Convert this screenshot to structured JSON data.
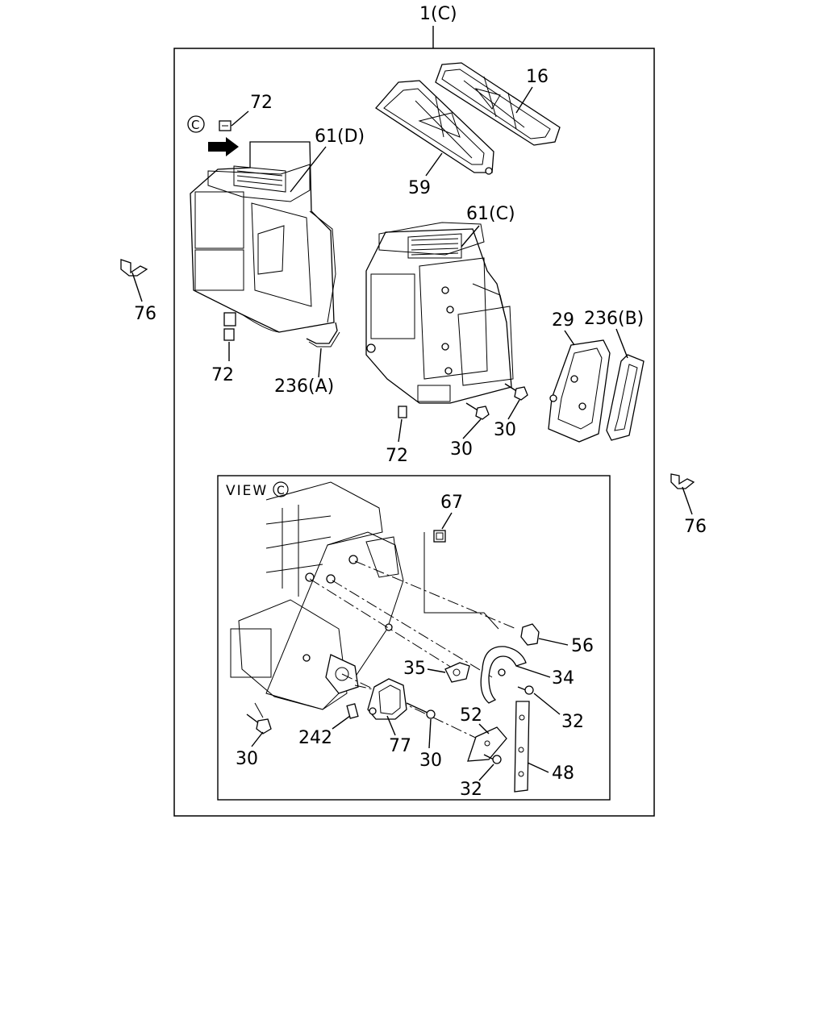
{
  "diagram": {
    "assembly_label": "1(C)",
    "view_label": "VIEW",
    "view_marker": "C",
    "section_marker": "C",
    "callouts": {
      "c16": "16",
      "c59": "59",
      "c72_top": "72",
      "c61d": "61(D)",
      "c61c": "61(C)",
      "c76_left": "76",
      "c76_right": "76",
      "c72_mid": "72",
      "c236a": "236(A)",
      "c29": "29",
      "c236b": "236(B)",
      "c30_a": "30",
      "c30_b": "30",
      "c72_low": "72",
      "c67": "67",
      "c56": "56",
      "c34": "34",
      "c35": "35",
      "c32_a": "32",
      "c52": "52",
      "c48": "48",
      "c32_b": "32",
      "c30_c": "30",
      "c242": "242",
      "c77": "77",
      "c30_d": "30"
    }
  }
}
